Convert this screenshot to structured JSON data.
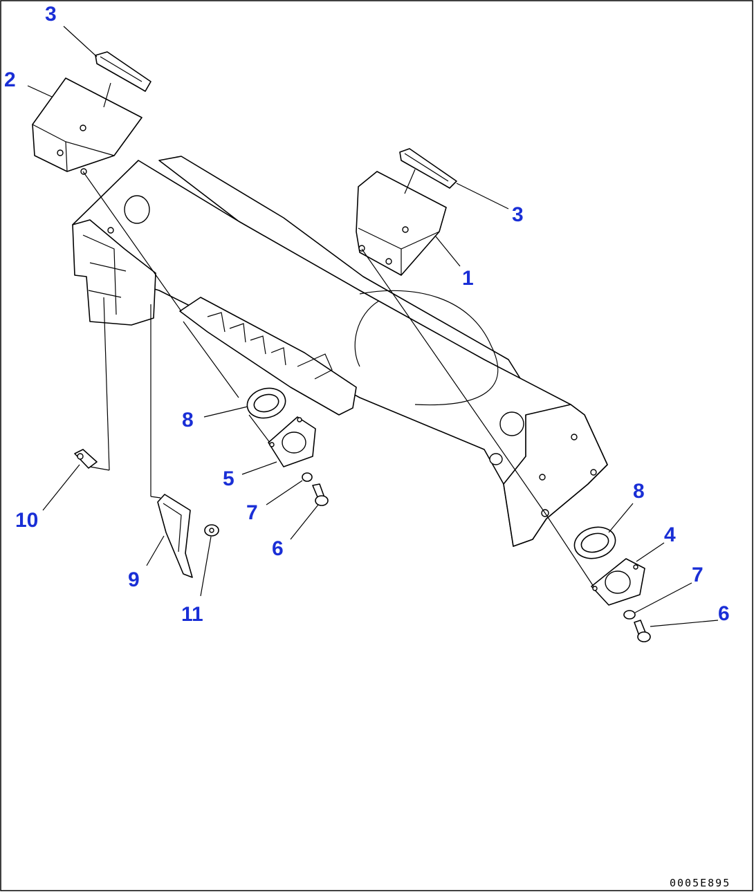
{
  "theme": {
    "line_color": "#000000",
    "callout_color": "#1a2fd6",
    "background": "#ffffff"
  },
  "callouts": [
    {
      "id": "c3a",
      "text": "3"
    },
    {
      "id": "c2",
      "text": "2"
    },
    {
      "id": "c3b",
      "text": "3"
    },
    {
      "id": "c1",
      "text": "1"
    },
    {
      "id": "c8a",
      "text": "8"
    },
    {
      "id": "c5",
      "text": "5"
    },
    {
      "id": "c7a",
      "text": "7"
    },
    {
      "id": "c6a",
      "text": "6"
    },
    {
      "id": "c10",
      "text": "10"
    },
    {
      "id": "c9",
      "text": "9"
    },
    {
      "id": "c11",
      "text": "11"
    },
    {
      "id": "c8b",
      "text": "8"
    },
    {
      "id": "c4",
      "text": "4"
    },
    {
      "id": "c7b",
      "text": "7"
    },
    {
      "id": "c6b",
      "text": "6"
    }
  ],
  "drawing_code": "0005E895"
}
